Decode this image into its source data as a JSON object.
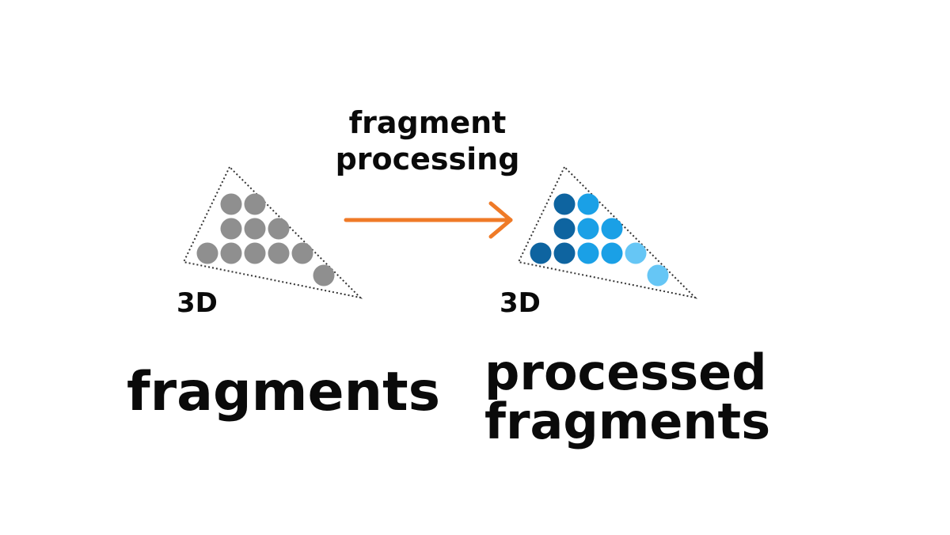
{
  "colors": {
    "text": "#0a0a0a",
    "arrow": "#ef7a27",
    "triangle_outline": "#333333",
    "gray_fragment": "#8f8f8f",
    "blue_dark": "#0e64a0",
    "blue_mid": "#1aa0e6",
    "blue_light": "#66c6f5"
  },
  "arrow": {
    "label_line1": "fragment",
    "label_line2": "processing",
    "icon": "arrow-right-icon"
  },
  "left": {
    "tag": "3D",
    "caption": "fragments"
  },
  "right": {
    "tag": "3D",
    "caption_line1": "processed",
    "caption_line2": "fragments"
  }
}
